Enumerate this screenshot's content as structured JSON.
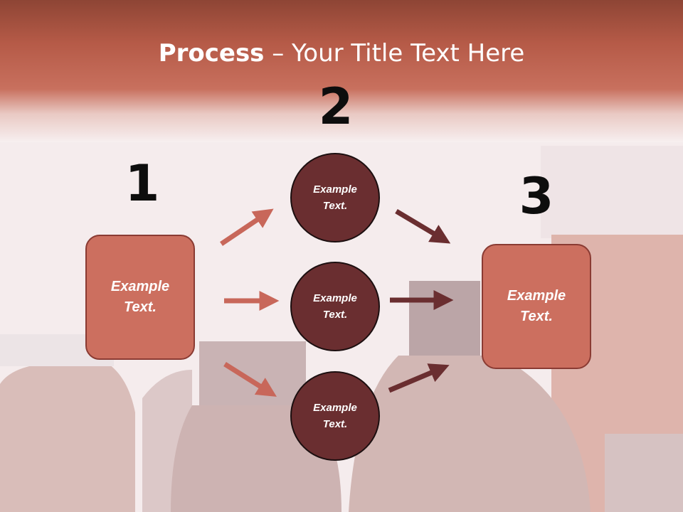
{
  "title": {
    "bold": "Process",
    "rest": " – Your Title Text Here"
  },
  "steps": {
    "one": {
      "number": "1",
      "text": "Example\nText."
    },
    "two": {
      "number": "2"
    },
    "three": {
      "number": "3",
      "text": "Example\nText."
    }
  },
  "circles": [
    {
      "text": "Example\nText."
    },
    {
      "text": "Example\nText."
    },
    {
      "text": "Example\nText."
    }
  ],
  "colors": {
    "header": "#b55a47",
    "box_fill": "#cc6f5f",
    "circle_fill": "#6a2e30",
    "arrow_light": "#c8675a",
    "arrow_dark": "#6a2e30"
  }
}
